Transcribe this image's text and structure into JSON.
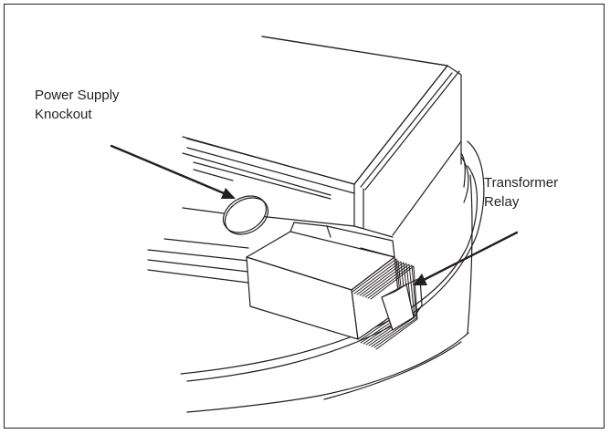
{
  "labels": {
    "knockout_line1": "Power Supply",
    "knockout_line2": "Knockout",
    "relay_line1": "Transformer",
    "relay_line2": "Relay"
  },
  "colors": {
    "ink": "#231f20",
    "background": "#ffffff"
  }
}
